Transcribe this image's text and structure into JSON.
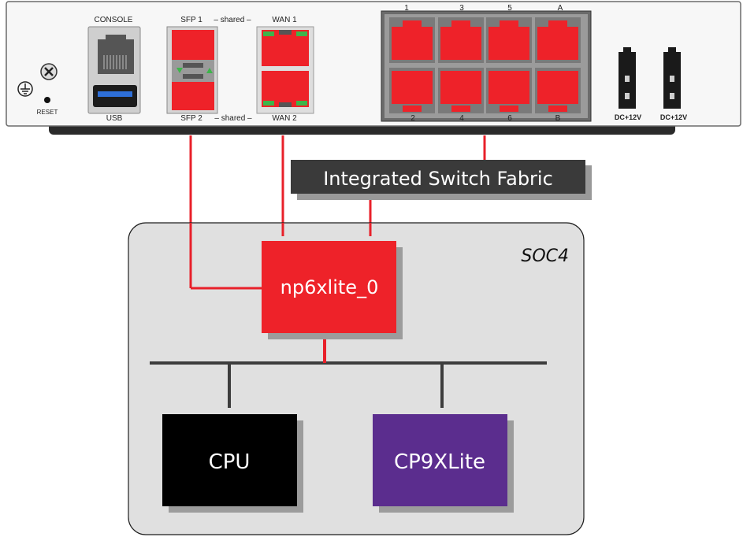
{
  "panel": {
    "console_label": "CONSOLE",
    "usb_label": "USB",
    "reset_label": "RESET",
    "sfp1_label": "SFP 1",
    "sfp2_label": "SFP 2",
    "shared_top": "– shared –",
    "shared_bottom": "– shared –",
    "wan1_label": "WAN 1",
    "wan2_label": "WAN 2",
    "switch_port_labels_top": [
      "1",
      "3",
      "5",
      "A"
    ],
    "switch_port_labels_bottom": [
      "2",
      "4",
      "6",
      "B"
    ],
    "dc1_label": "DC+12V",
    "dc2_label": "DC+12V"
  },
  "fabric": {
    "label": "Integrated Switch Fabric"
  },
  "soc": {
    "label": "SOC4",
    "np_label": "np6xlite_0",
    "cpu_label": "CPU",
    "cp_label": "CP9XLite"
  },
  "colors": {
    "port_red": "#ee2229",
    "fabric_bg": "#3a3a3a",
    "soc_bg": "#e0e0e0",
    "cpu_bg": "#000000",
    "cp_bg": "#5b2d8e",
    "link_red": "#e8202a",
    "led_green": "#3db54a"
  },
  "icons": [
    "ground-icon",
    "screw-icon",
    "usb-port-icon",
    "rj45-port-icon",
    "sfp-cage-icon",
    "dc-power-connector-icon"
  ]
}
